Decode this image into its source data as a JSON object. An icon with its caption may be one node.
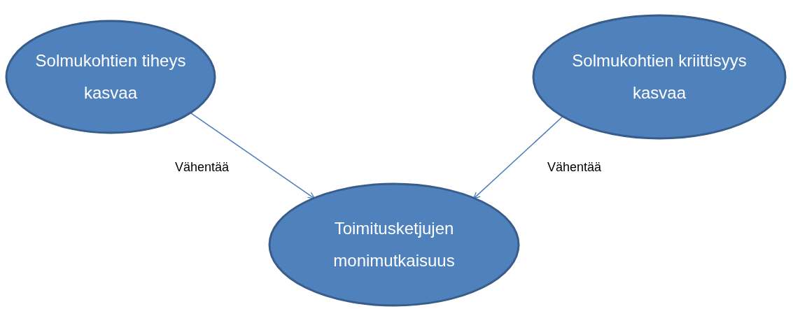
{
  "diagram": {
    "nodes": [
      {
        "text": [
          "Solmukohtien tiheys kasvaa"
        ]
      },
      {
        "text": [
          "Solmukohtien kriittisyys kasvaa"
        ]
      },
      {
        "text": [
          "Toimitusketjujen monimutkaisuus"
        ]
      }
    ],
    "edges": [
      {
        "from": 0,
        "to": 2,
        "arrow": "to",
        "label": "Vähentää"
      },
      {
        "from": 1,
        "to": 2,
        "arrow": "to",
        "label": "Vähentää"
      }
    ]
  }
}
